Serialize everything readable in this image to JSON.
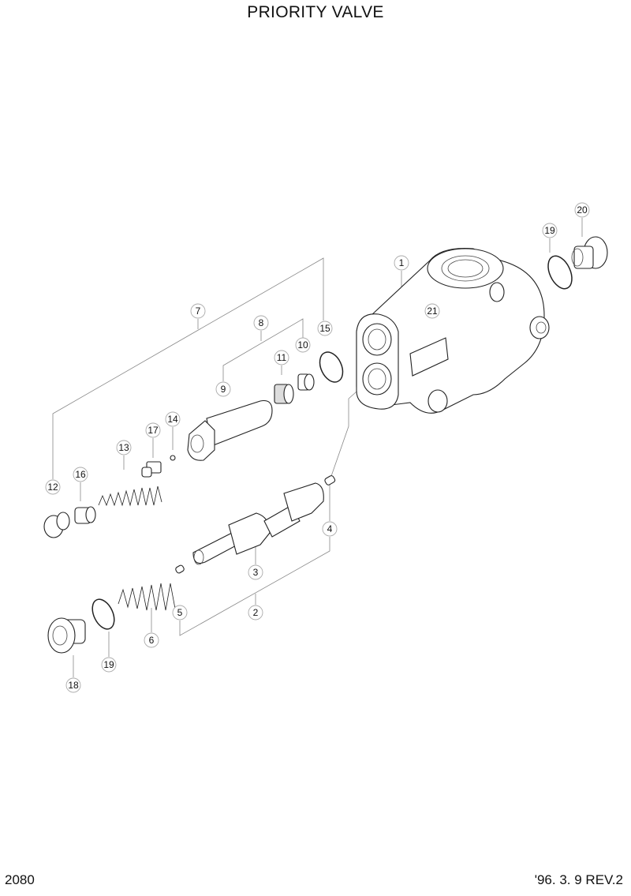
{
  "title": "PRIORITY VALVE",
  "page_number": "2080",
  "revision": "'96. 3. 9  REV.2",
  "balloons": [
    {
      "id": "b1",
      "label": "1"
    },
    {
      "id": "b2",
      "label": "2"
    },
    {
      "id": "b3",
      "label": "3"
    },
    {
      "id": "b4",
      "label": "4"
    },
    {
      "id": "b5",
      "label": "5"
    },
    {
      "id": "b6",
      "label": "6"
    },
    {
      "id": "b7",
      "label": "7"
    },
    {
      "id": "b8",
      "label": "8"
    },
    {
      "id": "b9",
      "label": "9"
    },
    {
      "id": "b10",
      "label": "10"
    },
    {
      "id": "b11",
      "label": "11"
    },
    {
      "id": "b12",
      "label": "12"
    },
    {
      "id": "b13",
      "label": "13"
    },
    {
      "id": "b14",
      "label": "14"
    },
    {
      "id": "b15",
      "label": "15"
    },
    {
      "id": "b16",
      "label": "16"
    },
    {
      "id": "b17",
      "label": "17"
    },
    {
      "id": "b18",
      "label": "18"
    },
    {
      "id": "b19a",
      "label": "19"
    },
    {
      "id": "b19b",
      "label": "19"
    },
    {
      "id": "b20",
      "label": "20"
    },
    {
      "id": "b21",
      "label": "21"
    }
  ]
}
